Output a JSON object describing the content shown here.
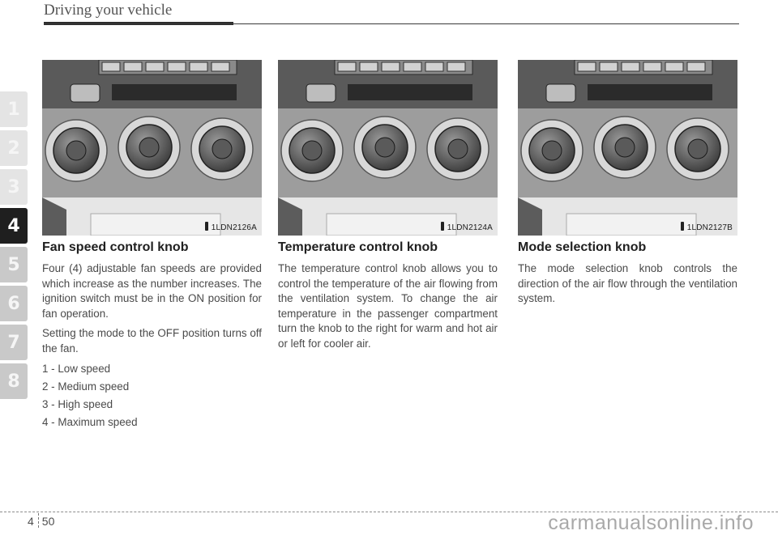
{
  "header": {
    "title": "Driving your vehicle"
  },
  "tabs": [
    "1",
    "2",
    "3",
    "4",
    "5",
    "6",
    "7",
    "8"
  ],
  "sections": [
    {
      "figure_code": "1LDN2126A",
      "title": "Fan speed control knob",
      "paragraphs": [
        "Four (4) adjustable fan speeds are provided which increase as the number increases. The ignition switch must be in the ON position for fan operation.",
        "Setting the mode to the OFF position turns off the fan."
      ],
      "speeds": [
        "1 - Low speed",
        "2 - Medium speed",
        "3 - High speed",
        "4 - Maximum speed"
      ]
    },
    {
      "figure_code": "1LDN2124A",
      "title": "Temperature control knob",
      "paragraphs": [
        "The temperature control knob allows you to control the temperature of the air flowing from the ventilation system. To change the air temperature in the passenger compartment turn the knob to the right for warm and hot air or left for cooler air."
      ]
    },
    {
      "figure_code": "1LDN2127B",
      "title": "Mode selection knob",
      "paragraphs": [
        "The mode selection knob controls the direction of the air flow through the ventilation system."
      ]
    }
  ],
  "footer": {
    "chapter": "4",
    "page": "50",
    "watermark": "carmanualsonline.info"
  }
}
